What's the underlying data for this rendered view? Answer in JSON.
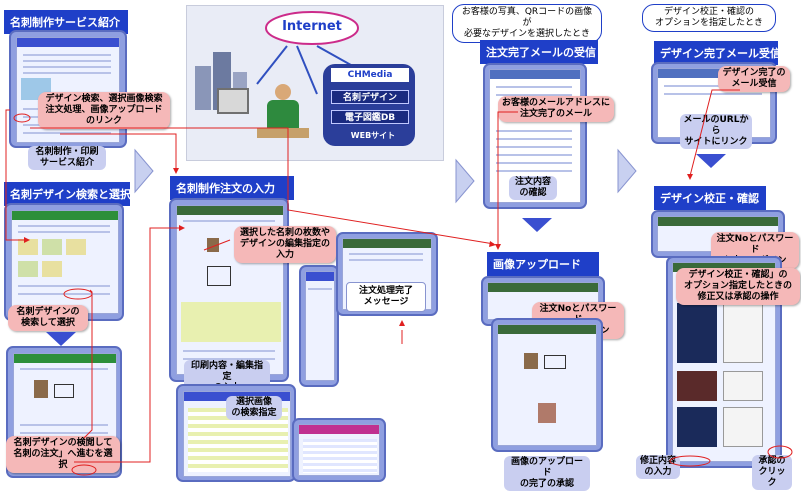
{
  "col1": {
    "title1": "名刺制作サービス紹介",
    "callout_links": "デザイン検索、選択画像検索\n注文処理、画像アップロード\nのリンク",
    "label_intro": "名刺制作・印刷\nサービス紹介",
    "title2": "名刺デザイン検索と選択",
    "callout_search": "名刺デザインの\n検索して選択",
    "callout_view": "名刺デザインの検閲して\n名刺の注文」へ進むを選択"
  },
  "internet": {
    "cloud_label": "Internet",
    "logo_text": "CHMedia",
    "db_label1": "名刺デザイン",
    "db_label2": "電子図鑑DB",
    "site_label": "WEBサイト"
  },
  "col2": {
    "title": "名刺制作注文の入力",
    "callout_select": "選択した名刺の枚数や\nデザインの編集指定の入力",
    "label_print": "印刷内容・編集指定\nの入力",
    "label_image_search": "選択画像\nの検索指定",
    "label_complete": "注文処理完了\nメッセージ"
  },
  "col3": {
    "note": "お客様の写真、QRコードの画像が\n必要なデザインを選択したとき",
    "title_mail": "注文完了メールの受信",
    "callout_mail": "お客様のメールアドレスに\n注文完了のメール",
    "label_confirm": "注文内容\nの確認",
    "title_upload": "画像アップロード",
    "callout_login": "注文Noとパスワード\n入力でログイン",
    "label_upload_done": "画像のアップロード\nの完了の承認"
  },
  "col4": {
    "note": "デザイン校正・確認の\nオプションを指定したとき",
    "title_mail": "デザイン完了メール受信",
    "callout_mail": "デザイン完了の\nメール受信",
    "label_link": "メールのURLから\nサイトにリンク",
    "title_check": "デザイン校正・確認",
    "callout_login": "注文Noとパスワード\n入力でログイン",
    "callout_option": "デザイン校正・確認」の\nオプション指定したときの\n修正又は承認の操作",
    "label_fix": "修正内容\nの入力",
    "label_click": "承認の\nクリック"
  },
  "colors": {
    "title_bg": "#1f3fc8",
    "frame": "#8f9fe0",
    "callout": "#f5b8b8",
    "arrow_line": "#e02020"
  }
}
